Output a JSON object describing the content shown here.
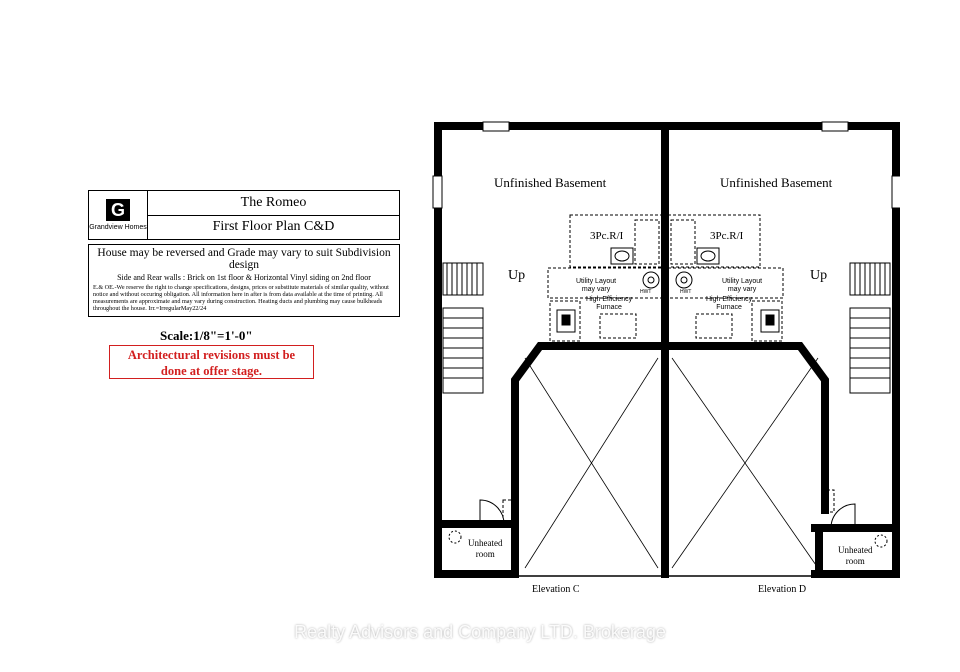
{
  "title_block": {
    "logo_letter": "G",
    "logo_text": "Grandview Homes",
    "model_name": "The Romeo",
    "plan_name": "First Floor Plan C&D",
    "notice": "House may be reversed and Grade may vary to suit Subdivision design",
    "siding": "Side and Rear walls : Brick on 1st floor & Horizontal Vinyl siding on 2nd floor",
    "disclaimer": "E.& OE.-We reserve the right to change specifications, designs, prices or substitute materials of similar quality, without notice and without occuring obligation.  All information here in after is from data available at the time of printing. All measurements are approximate and may vary during construction. Heating ducts and plumbing may cause bulkheads throughout the house. Irr.=IrregularMay22/24"
  },
  "scale": "Scale:1/8\"=1'-0\"",
  "revision_line1": "Architectural revisions must be",
  "revision_line2": "done at offer stage.",
  "plan": {
    "basement_left": "Unfinished Basement",
    "basement_right": "Unfinished Basement",
    "bath_left": "3Pc.R/I",
    "bath_right": "3Pc.R/I",
    "up_left": "Up",
    "up_right": "Up",
    "utility_line1": "Utility Layout",
    "utility_line2": "may vary",
    "furnace_line1": "High Efficiency",
    "furnace_line2": "Furnace",
    "hwt": "HWT",
    "unheated_line1": "Unheated",
    "unheated_line2": "room",
    "elevation_left": "Elevation C",
    "elevation_right": "Elevation D"
  },
  "watermark": "Realty Advisors and Company LTD. Brokerage"
}
